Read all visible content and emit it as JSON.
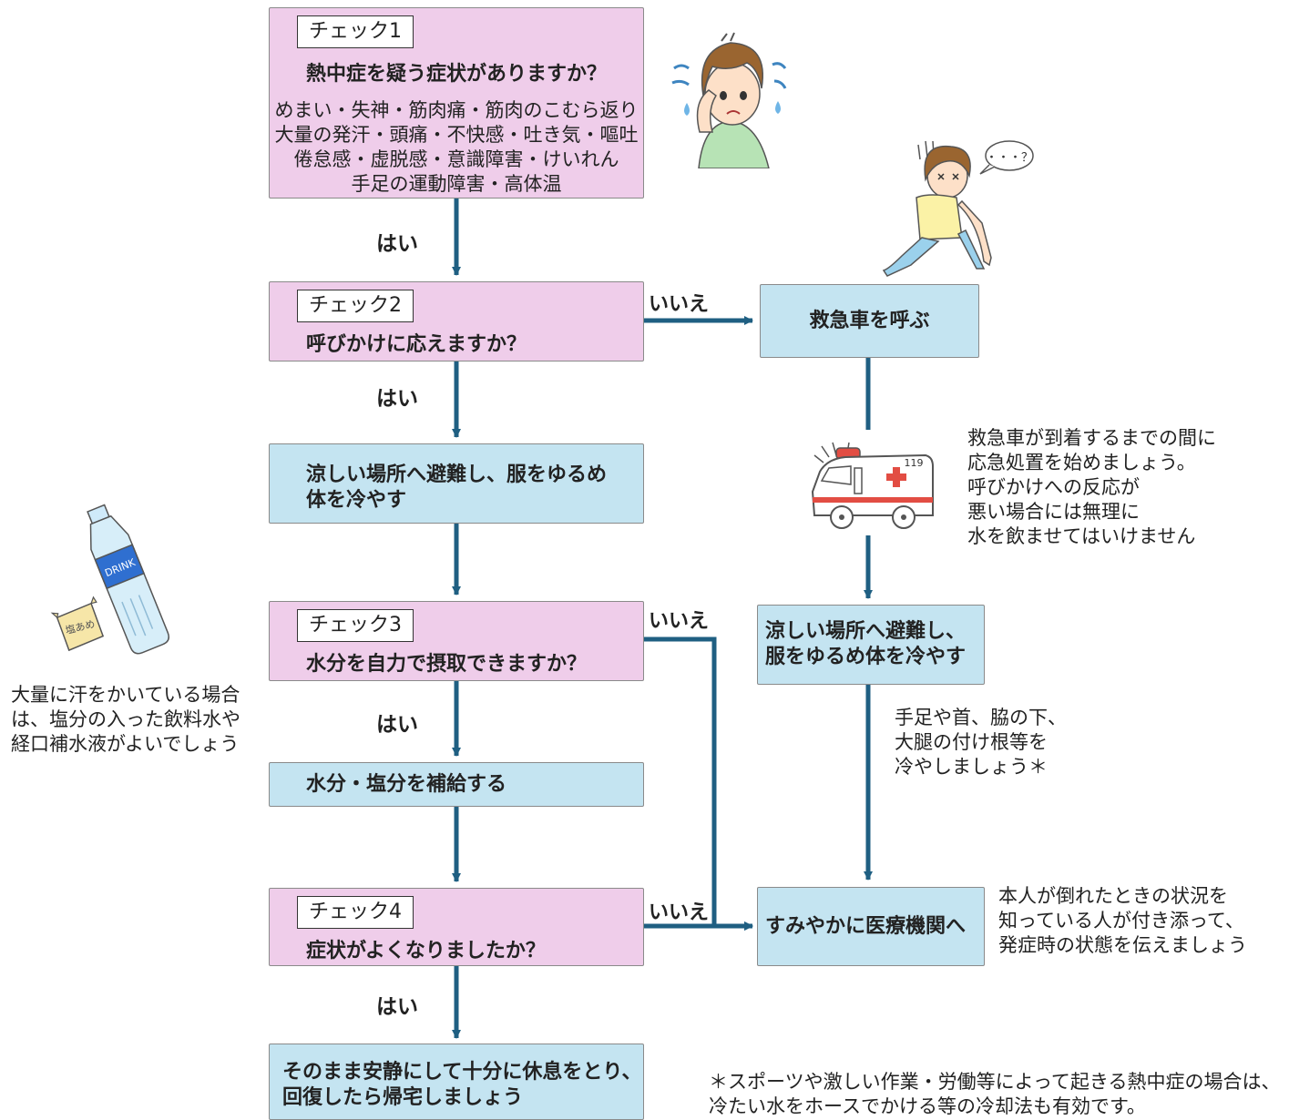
{
  "check1": {
    "tag": "チェック1",
    "question": "熱中症を疑う症状がありますか？",
    "symptoms": [
      "めまい・失神・筋肉痛・筋肉のこむら返り",
      "大量の発汗・頭痛・不快感・吐き気・嘔吐",
      "倦怠感・虚脱感・意識障害・けいれん",
      "手足の運動障害・高体温"
    ]
  },
  "check2": {
    "tag": "チェック2",
    "question": "呼びかけに応えますか？"
  },
  "check3": {
    "tag": "チェック3",
    "question": "水分を自力で摂取できますか？"
  },
  "check4": {
    "tag": "チェック4",
    "question": "症状がよくなりましたか？"
  },
  "actions": {
    "cool_left": [
      "涼しい場所へ避難し、服をゆるめ",
      "体を冷やす"
    ],
    "hydrate": "水分・塩分を補給する",
    "rest": [
      "そのまま安静にして十分に休息をとり、",
      "回復したら帰宅しましょう"
    ],
    "call_ambulance": "救急車を呼ぶ",
    "cool_right": [
      "涼しい場所へ避難し、",
      "服をゆるめ体を冷やす"
    ],
    "hospital": "すみやかに医療機関へ"
  },
  "labels": {
    "yes": "はい",
    "no": "いいえ"
  },
  "notes": {
    "ambulance": [
      "救急車が到着するまでの間に",
      "応急処置を始めましょう。",
      "呼びかけへの反応が",
      "悪い場合には無理に",
      "水を飲ませてはいけません"
    ],
    "cooling": [
      "手足や首、脇の下、",
      "大腿の付け根等を",
      "冷やしましょう＊"
    ],
    "hospital": [
      "本人が倒れたときの状況を",
      "知っている人が付き添って、",
      "発症時の状態を伝えましょう"
    ],
    "sweat": [
      "大量に汗をかいている場合",
      "は、塩分の入った飲料水や",
      "経口補水液がよいでしょう"
    ],
    "footnote": [
      "＊スポーツや激しい作業・労働等によって起きる熱中症の場合は、",
      "冷たい水をホースでかける等の冷却法も有効です。"
    ]
  },
  "illustrations": {
    "bottle_text": "DRINK",
    "candy_text": "塩あめ",
    "ambulance_number": "119",
    "speech_bubble": "・・・？"
  },
  "colors": {
    "pink_box": "#efcdea",
    "blue_box": "#c4e4f1",
    "arrow": "#1f5f82"
  }
}
